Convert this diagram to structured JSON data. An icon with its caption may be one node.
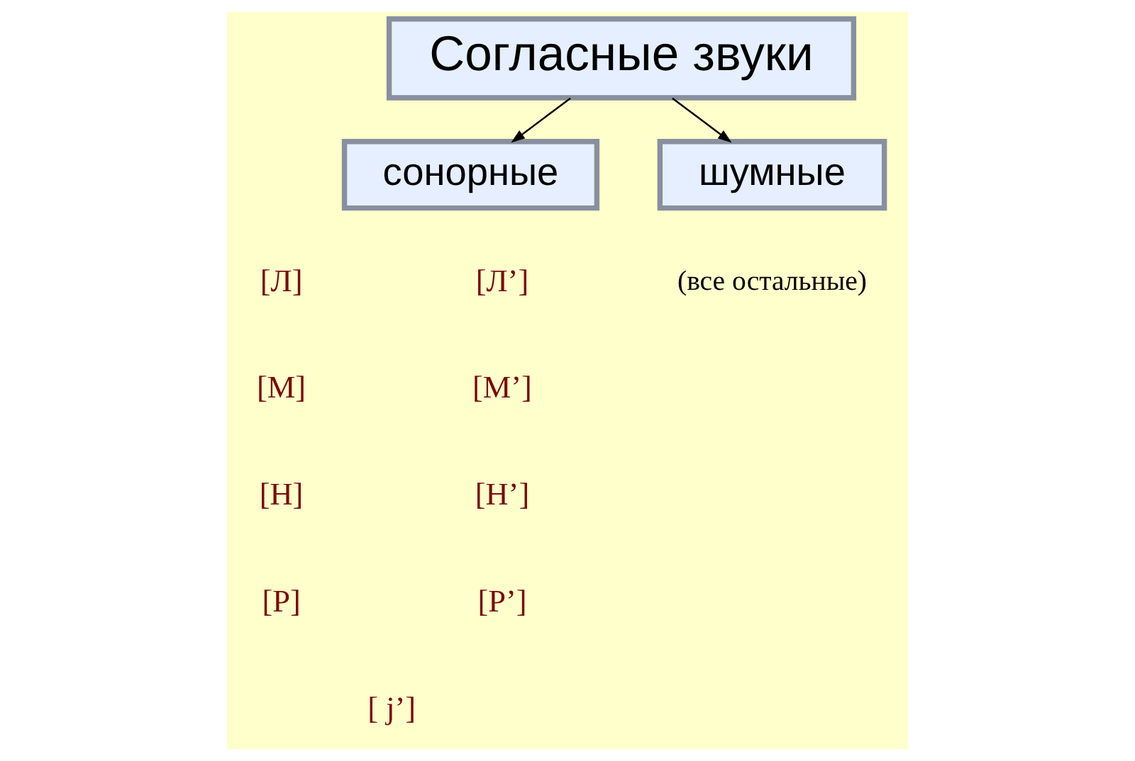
{
  "diagram": {
    "nodes": [
      {
        "text": [
          "Согласные звуки"
        ]
      },
      {
        "text": [
          "сонорные"
        ]
      },
      {
        "text": [
          "шумные"
        ]
      }
    ],
    "edges": [
      {
        "from": 0,
        "to": 1,
        "arrow": "to"
      },
      {
        "from": 0,
        "to": 2,
        "arrow": "to"
      }
    ],
    "labels": [
      "[Л]",
      "[Л’]",
      "(все остальные)",
      "[М]",
      "[М’]",
      "[Н]",
      "[Н’]",
      "[Р]",
      "[Р’]",
      "[ j’]"
    ]
  }
}
